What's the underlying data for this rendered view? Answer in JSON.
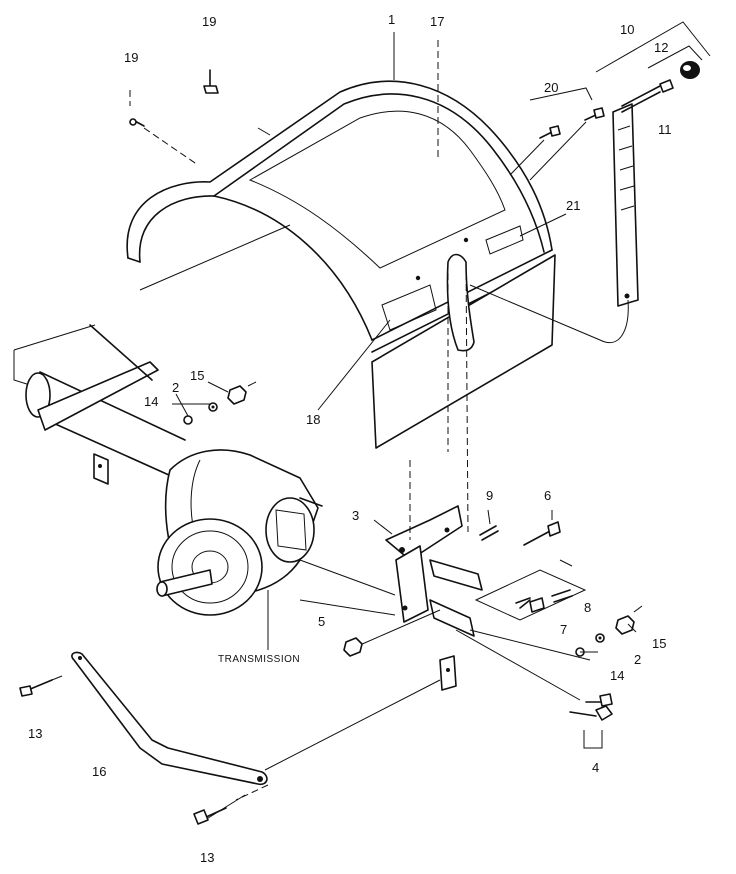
{
  "callouts": [
    {
      "id": "c1",
      "text": "1"
    },
    {
      "id": "c2a",
      "text": "2"
    },
    {
      "id": "c2b",
      "text": "2"
    },
    {
      "id": "c3",
      "text": "3"
    },
    {
      "id": "c4",
      "text": "4"
    },
    {
      "id": "c5",
      "text": "5"
    },
    {
      "id": "c6",
      "text": "6"
    },
    {
      "id": "c7",
      "text": "7"
    },
    {
      "id": "c8",
      "text": "8"
    },
    {
      "id": "c9",
      "text": "9"
    },
    {
      "id": "c10",
      "text": "10"
    },
    {
      "id": "c11",
      "text": "11"
    },
    {
      "id": "c12",
      "text": "12"
    },
    {
      "id": "c13a",
      "text": "13"
    },
    {
      "id": "c13b",
      "text": "13"
    },
    {
      "id": "c14a",
      "text": "14"
    },
    {
      "id": "c14b",
      "text": "14"
    },
    {
      "id": "c15a",
      "text": "15"
    },
    {
      "id": "c15b",
      "text": "15"
    },
    {
      "id": "c16",
      "text": "16"
    },
    {
      "id": "c17",
      "text": "17"
    },
    {
      "id": "c18",
      "text": "18"
    },
    {
      "id": "c19a",
      "text": "19"
    },
    {
      "id": "c19b",
      "text": "19"
    },
    {
      "id": "c20",
      "text": "20"
    },
    {
      "id": "c21",
      "text": "21"
    }
  ],
  "labels": {
    "transmission": "TRANSMISSION"
  }
}
